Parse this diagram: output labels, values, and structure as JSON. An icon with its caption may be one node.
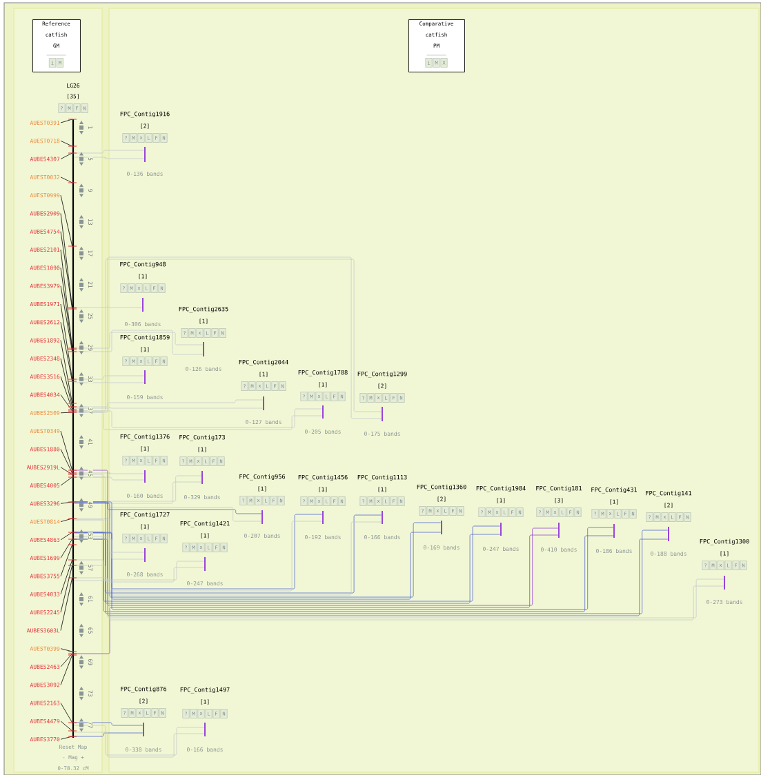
{
  "diagram": {
    "nodes": [
      {
        "text": [
          "Reference catfish GM",
          "i",
          "M"
        ]
      },
      {
        "text": [
          "Comparative catfish PM",
          "i",
          "M",
          "X"
        ]
      },
      {
        "text": [
          "LG26",
          "[35]",
          "?",
          "M",
          "F",
          "N"
        ]
      },
      {
        "text": [
          "AUEST0391"
        ]
      },
      {
        "text": [
          "AUEST0718"
        ]
      },
      {
        "text": [
          "AUBES4307"
        ]
      },
      {
        "text": [
          "AUEST0032"
        ]
      },
      {
        "text": [
          "AUEST0999"
        ]
      },
      {
        "text": [
          "AUBES2909"
        ]
      },
      {
        "text": [
          "AUBES4754"
        ]
      },
      {
        "text": [
          "AUBES2101"
        ]
      },
      {
        "text": [
          "AUBES1090"
        ]
      },
      {
        "text": [
          "AUBES3979"
        ]
      },
      {
        "text": [
          "AUBES1971"
        ]
      },
      {
        "text": [
          "AUBES2612"
        ]
      },
      {
        "text": [
          "AUBES1892"
        ]
      },
      {
        "text": [
          "AUBES2348"
        ]
      },
      {
        "text": [
          "AUBES3516"
        ]
      },
      {
        "text": [
          "AUBES4034"
        ]
      },
      {
        "text": [
          "AUBES2509"
        ]
      },
      {
        "text": [
          "AUEST0349"
        ]
      },
      {
        "text": [
          "AUBES1880"
        ]
      },
      {
        "text": [
          "AUBES2919L"
        ]
      },
      {
        "text": [
          "AUBES4005"
        ]
      },
      {
        "text": [
          "AUBES3296"
        ]
      },
      {
        "text": [
          "AUEST0814"
        ]
      },
      {
        "text": [
          "AUBES4863"
        ]
      },
      {
        "text": [
          "AUBES1699"
        ]
      },
      {
        "text": [
          "AUBES3755"
        ]
      },
      {
        "text": [
          "AUBES4033"
        ]
      },
      {
        "text": [
          "AUBES2245"
        ]
      },
      {
        "text": [
          "AUBES3603L"
        ]
      },
      {
        "text": [
          "AUEST0399"
        ]
      },
      {
        "text": [
          "AUBES2463"
        ]
      },
      {
        "text": [
          "AUBES3092"
        ]
      },
      {
        "text": [
          "AUBES2163"
        ]
      },
      {
        "text": [
          "AUBES4479"
        ]
      },
      {
        "text": [
          "AUBES3770"
        ]
      },
      {
        "text": [
          "FPC_Contig1916",
          "[2]",
          "?",
          "M",
          "x",
          "L",
          "F",
          "N"
        ],
        "beside": [
          "0-136 bands"
        ]
      },
      {
        "text": [
          "FPC_Contig948",
          "[1]",
          "?",
          "M",
          "x",
          "L",
          "F",
          "N"
        ],
        "beside": [
          "0-306 bands"
        ]
      },
      {
        "text": [
          "FPC_Contig2635",
          "[1]",
          "?",
          "M",
          "x",
          "L",
          "F",
          "N"
        ],
        "beside": [
          "0-126 bands"
        ]
      },
      {
        "text": [
          "FPC_Contig1859",
          "[1]",
          "?",
          "M",
          "x",
          "L",
          "F",
          "N"
        ],
        "beside": [
          "0-159 bands"
        ]
      },
      {
        "text": [
          "FPC_Contig2044",
          "[1]",
          "?",
          "M",
          "x",
          "L",
          "F",
          "N"
        ],
        "beside": [
          "0-127 bands"
        ]
      },
      {
        "text": [
          "FPC_Contig1788",
          "[1]",
          "?",
          "M",
          "x",
          "L",
          "F",
          "N"
        ],
        "beside": [
          "0-205 bands"
        ]
      },
      {
        "text": [
          "FPC_Contig1299",
          "[2]",
          "?",
          "M",
          "x",
          "L",
          "F",
          "N"
        ],
        "beside": [
          "0-175 bands"
        ]
      },
      {
        "text": [
          "FPC_Contig1376",
          "[1]",
          "?",
          "M",
          "x",
          "L",
          "F",
          "N"
        ],
        "beside": [
          "0-160 bands"
        ]
      },
      {
        "text": [
          "FPC_Contig173",
          "[1]",
          "?",
          "M",
          "x",
          "L",
          "F",
          "N"
        ],
        "beside": [
          "0-329 bands"
        ]
      },
      {
        "text": [
          "FPC_Contig956",
          "[1]",
          "?",
          "M",
          "x",
          "L",
          "F",
          "N"
        ],
        "beside": [
          "0-207 bands"
        ]
      },
      {
        "text": [
          "FPC_Contig1456",
          "[1]",
          "?",
          "M",
          "x",
          "L",
          "F",
          "N"
        ],
        "beside": [
          "0-192 bands"
        ]
      },
      {
        "text": [
          "FPC_Contig1113",
          "[1]",
          "?",
          "M",
          "x",
          "L",
          "F",
          "N"
        ],
        "beside": [
          "0-166 bands"
        ]
      },
      {
        "text": [
          "FPC_Contig1360",
          "[2]",
          "?",
          "M",
          "x",
          "L",
          "F",
          "N"
        ],
        "beside": [
          "0-169 bands"
        ]
      },
      {
        "text": [
          "FPC_Contig1984",
          "[1]",
          "?",
          "M",
          "x",
          "L",
          "F",
          "N"
        ],
        "beside": [
          "0-247 bands"
        ]
      },
      {
        "text": [
          "FPC_Contig181",
          "[3]",
          "?",
          "M",
          "x",
          "L",
          "F",
          "N"
        ],
        "beside": [
          "0-410 bands"
        ]
      },
      {
        "text": [
          "FPC_Contig431",
          "[1]",
          "?",
          "M",
          "x",
          "L",
          "F",
          "N"
        ],
        "beside": [
          "0-186 bands"
        ]
      },
      {
        "text": [
          "FPC_Contig141",
          "[2]",
          "?",
          "M",
          "x",
          "L",
          "F",
          "N"
        ],
        "beside": [
          "0-188 bands"
        ]
      },
      {
        "text": [
          "FPC_Contig1727",
          "[1]",
          "?",
          "M",
          "x",
          "L",
          "F",
          "N"
        ],
        "beside": [
          "0-268 bands"
        ]
      },
      {
        "text": [
          "FPC_Contig1421",
          "[1]",
          "?",
          "M",
          "x",
          "L",
          "F",
          "N"
        ],
        "beside": [
          "0-247 bands"
        ]
      },
      {
        "text": [
          "FPC_Contig1300",
          "[1]",
          "?",
          "M",
          "x",
          "L",
          "F",
          "N"
        ],
        "beside": [
          "0-273 bands"
        ]
      },
      {
        "text": [
          "FPC_Contig876",
          "[2]",
          "?",
          "M",
          "x",
          "L",
          "F",
          "N"
        ],
        "beside": [
          "0-338 bands"
        ]
      },
      {
        "text": [
          "FPC_Contig1497",
          "[1]",
          "?",
          "M",
          "x",
          "L",
          "F",
          "N"
        ],
        "beside": [
          "0-166 bands"
        ]
      }
    ],
    "edges": [
      {
        "from": 3,
        "to": 2,
        "arrow": "none"
      },
      {
        "from": 4,
        "to": 2,
        "arrow": "none"
      },
      {
        "from": 5,
        "to": 2,
        "arrow": "none"
      },
      {
        "from": 6,
        "to": 2,
        "arrow": "none"
      },
      {
        "from": 7,
        "to": 2,
        "arrow": "none"
      },
      {
        "from": 8,
        "to": 2,
        "arrow": "none"
      },
      {
        "from": 9,
        "to": 2,
        "arrow": "none"
      },
      {
        "from": 10,
        "to": 2,
        "arrow": "none"
      },
      {
        "from": 11,
        "to": 2,
        "arrow": "none"
      },
      {
        "from": 12,
        "to": 2,
        "arrow": "none"
      },
      {
        "from": 13,
        "to": 2,
        "arrow": "none"
      },
      {
        "from": 14,
        "to": 2,
        "arrow": "none"
      },
      {
        "from": 15,
        "to": 2,
        "arrow": "none"
      },
      {
        "from": 16,
        "to": 2,
        "arrow": "none"
      },
      {
        "from": 17,
        "to": 2,
        "arrow": "none"
      },
      {
        "from": 18,
        "to": 2,
        "arrow": "none"
      },
      {
        "from": 19,
        "to": 2,
        "arrow": "none"
      },
      {
        "from": 20,
        "to": 2,
        "arrow": "none"
      },
      {
        "from": 21,
        "to": 2,
        "arrow": "none"
      },
      {
        "from": 22,
        "to": 2,
        "arrow": "none"
      },
      {
        "from": 23,
        "to": 2,
        "arrow": "none"
      },
      {
        "from": 24,
        "to": 2,
        "arrow": "none"
      },
      {
        "from": 25,
        "to": 2,
        "arrow": "none"
      },
      {
        "from": 26,
        "to": 2,
        "arrow": "none"
      },
      {
        "from": 27,
        "to": 2,
        "arrow": "none"
      },
      {
        "from": 28,
        "to": 2,
        "arrow": "none"
      },
      {
        "from": 29,
        "to": 2,
        "arrow": "none"
      },
      {
        "from": 30,
        "to": 2,
        "arrow": "none"
      },
      {
        "from": 31,
        "to": 2,
        "arrow": "none"
      },
      {
        "from": 32,
        "to": 2,
        "arrow": "none"
      },
      {
        "from": 33,
        "to": 2,
        "arrow": "none"
      },
      {
        "from": 34,
        "to": 2,
        "arrow": "none"
      },
      {
        "from": 35,
        "to": 2,
        "arrow": "none"
      },
      {
        "from": 36,
        "to": 2,
        "arrow": "none"
      },
      {
        "from": 37,
        "to": 2,
        "arrow": "none"
      },
      {
        "from": 2,
        "to": 38,
        "arrow": "none",
        "color": "#c4cacc"
      },
      {
        "from": 2,
        "to": 38,
        "arrow": "none",
        "color": "#c4cacc"
      },
      {
        "from": 2,
        "to": 39,
        "arrow": "none",
        "color": "#c4cacc"
      },
      {
        "from": 2,
        "to": 40,
        "arrow": "none",
        "color": "#c4cacc"
      },
      {
        "from": 2,
        "to": 40,
        "arrow": "none",
        "color": "#c4cacc"
      },
      {
        "from": 2,
        "to": 41,
        "arrow": "none",
        "color": "#c4cacc"
      },
      {
        "from": 2,
        "to": 41,
        "arrow": "none",
        "color": "#c4cacc"
      },
      {
        "from": 2,
        "to": 42,
        "arrow": "none",
        "color": "#c4cacc"
      },
      {
        "from": 2,
        "to": 42,
        "arrow": "none",
        "color": "#c4cacc"
      },
      {
        "from": 2,
        "to": 43,
        "arrow": "none",
        "color": "#c4cacc"
      },
      {
        "from": 2,
        "to": 43,
        "arrow": "none",
        "color": "#c4cacc"
      },
      {
        "from": 2,
        "to": 44,
        "arrow": "none",
        "color": "#c4cacc"
      },
      {
        "from": 2,
        "to": 44,
        "arrow": "none",
        "color": "#c4cacc"
      },
      {
        "from": 2,
        "to": 45,
        "arrow": "none",
        "color": "#c4cacc"
      },
      {
        "from": 2,
        "to": 45,
        "arrow": "none",
        "color": "#c4cacc"
      },
      {
        "from": 2,
        "to": 46,
        "arrow": "none",
        "color": "#c4cacc"
      },
      {
        "from": 2,
        "to": 46,
        "arrow": "none",
        "color": "#c4cacc"
      },
      {
        "from": 2,
        "to": 47,
        "arrow": "none",
        "color": "#5468d4"
      },
      {
        "from": 2,
        "to": 47,
        "arrow": "none",
        "color": "#c4cacc"
      },
      {
        "from": 2,
        "to": 48,
        "arrow": "none",
        "color": "#5468d4"
      },
      {
        "from": 2,
        "to": 48,
        "arrow": "none",
        "color": "#c4cacc"
      },
      {
        "from": 2,
        "to": 49,
        "arrow": "none",
        "color": "#5468d4"
      },
      {
        "from": 2,
        "to": 49,
        "arrow": "none",
        "color": "#c4cacc"
      },
      {
        "from": 2,
        "to": 50,
        "arrow": "none",
        "color": "#5468d4"
      },
      {
        "from": 2,
        "to": 50,
        "arrow": "none",
        "color": "#5468d4"
      },
      {
        "from": 2,
        "to": 51,
        "arrow": "none",
        "color": "#5468d4"
      },
      {
        "from": 2,
        "to": 51,
        "arrow": "none",
        "color": "#5468d4"
      },
      {
        "from": 2,
        "to": 52,
        "arrow": "none",
        "color": "#9a44d8"
      },
      {
        "from": 2,
        "to": 52,
        "arrow": "none",
        "color": "#9a44d8"
      },
      {
        "from": 2,
        "to": 53,
        "arrow": "none",
        "color": "#5468d4"
      },
      {
        "from": 2,
        "to": 53,
        "arrow": "none",
        "color": "#5468d4"
      },
      {
        "from": 2,
        "to": 54,
        "arrow": "none",
        "color": "#5468d4"
      },
      {
        "from": 2,
        "to": 54,
        "arrow": "none",
        "color": "#5468d4"
      },
      {
        "from": 2,
        "to": 55,
        "arrow": "none",
        "color": "#c4cacc"
      },
      {
        "from": 2,
        "to": 55,
        "arrow": "none",
        "color": "#c4cacc"
      },
      {
        "from": 2,
        "to": 56,
        "arrow": "none",
        "color": "#c4cacc"
      },
      {
        "from": 2,
        "to": 56,
        "arrow": "none",
        "color": "#c4cacc"
      },
      {
        "from": 2,
        "to": 57,
        "arrow": "none",
        "color": "#c4cacc"
      },
      {
        "from": 2,
        "to": 57,
        "arrow": "none",
        "color": "#c4cacc"
      },
      {
        "from": 2,
        "to": 58,
        "arrow": "none",
        "color": "#5468d4"
      },
      {
        "from": 2,
        "to": 58,
        "arrow": "none",
        "color": "#5468d4"
      },
      {
        "from": 2,
        "to": 59,
        "arrow": "none",
        "color": "#c4cacc"
      },
      {
        "from": 2,
        "to": 59,
        "arrow": "none",
        "color": "#c4cacc"
      }
    ],
    "labels": [
      "1",
      "5",
      "9",
      "13",
      "17",
      "21",
      "25",
      "29",
      "33",
      "37",
      "41",
      "45",
      "49",
      "53",
      "57",
      "61",
      "65",
      "69",
      "73",
      "77",
      "Reset Map",
      "- Mag +",
      "0-78.32 cM"
    ]
  }
}
